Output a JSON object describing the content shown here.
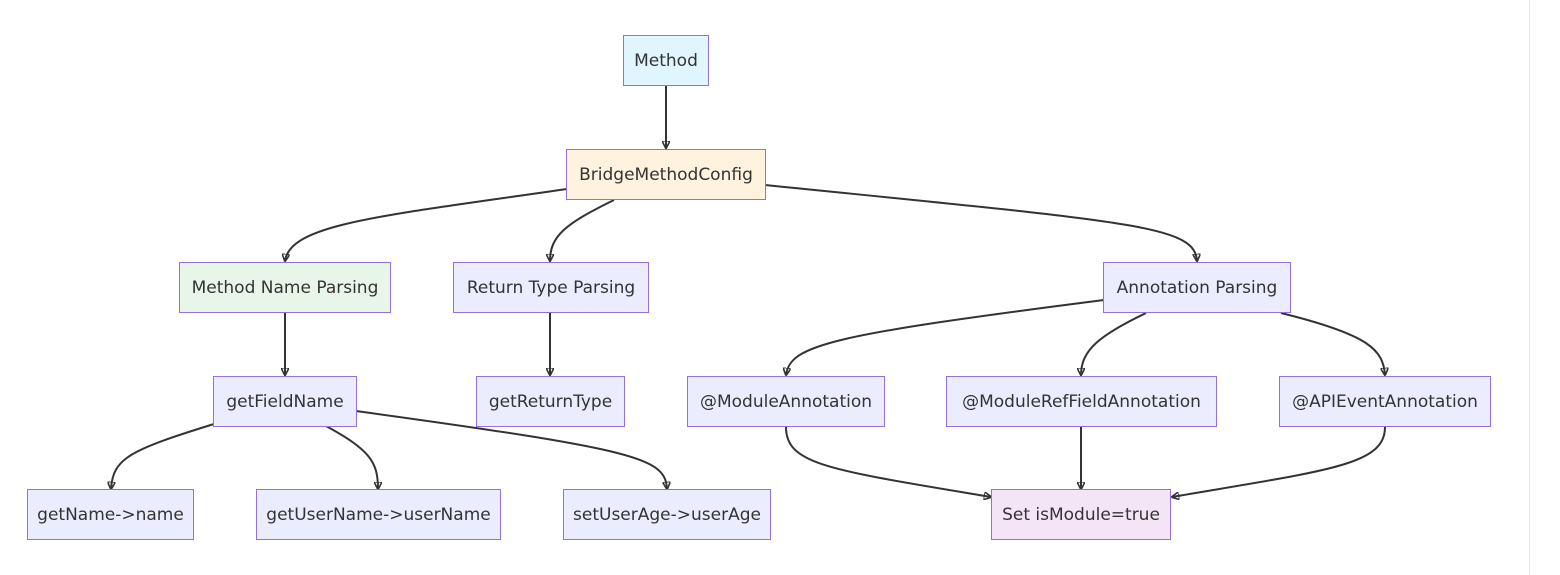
{
  "nodes": {
    "method": {
      "label": "Method",
      "fill": "#e1f5fe"
    },
    "bridge": {
      "label": "BridgeMethodConfig",
      "fill": "#fff3e0"
    },
    "name_parsing": {
      "label": "Method Name Parsing",
      "fill": "#e8f5e9"
    },
    "return_parsing": {
      "label": "Return Type Parsing",
      "fill": "#ececff"
    },
    "annotation_parsing": {
      "label": "Annotation Parsing",
      "fill": "#ececff"
    },
    "get_field_name": {
      "label": "getFieldName",
      "fill": "#ececff"
    },
    "get_return_type": {
      "label": "getReturnType",
      "fill": "#ececff"
    },
    "module_annotation": {
      "label": "@ModuleAnnotation",
      "fill": "#ececff"
    },
    "module_ref_field_annotation": {
      "label": "@ModuleRefFieldAnnotation",
      "fill": "#ececff"
    },
    "api_event_annotation": {
      "label": "@APIEventAnnotation",
      "fill": "#ececff"
    },
    "get_name": {
      "label": "getName->name",
      "fill": "#ececff"
    },
    "get_user_name": {
      "label": "getUserName->userName",
      "fill": "#ececff"
    },
    "set_user_age": {
      "label": "setUserAge->userAge",
      "fill": "#ececff"
    },
    "set_is_module": {
      "label": "Set isModule=true",
      "fill": "#f3e5f5"
    }
  },
  "edges": [
    [
      "method",
      "bridge"
    ],
    [
      "bridge",
      "name_parsing"
    ],
    [
      "bridge",
      "return_parsing"
    ],
    [
      "bridge",
      "annotation_parsing"
    ],
    [
      "name_parsing",
      "get_field_name"
    ],
    [
      "return_parsing",
      "get_return_type"
    ],
    [
      "annotation_parsing",
      "module_annotation"
    ],
    [
      "annotation_parsing",
      "module_ref_field_annotation"
    ],
    [
      "annotation_parsing",
      "api_event_annotation"
    ],
    [
      "get_field_name",
      "get_name"
    ],
    [
      "get_field_name",
      "get_user_name"
    ],
    [
      "get_field_name",
      "set_user_age"
    ],
    [
      "module_annotation",
      "set_is_module"
    ],
    [
      "module_ref_field_annotation",
      "set_is_module"
    ],
    [
      "api_event_annotation",
      "set_is_module"
    ]
  ]
}
